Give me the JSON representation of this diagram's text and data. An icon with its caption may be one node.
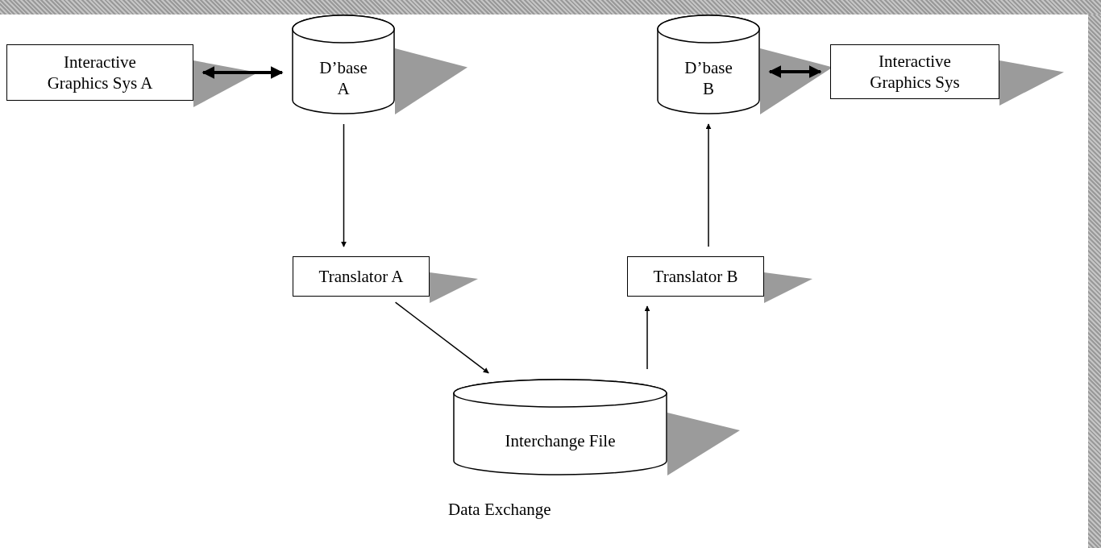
{
  "diagram": {
    "nodes": [
      {
        "text": [
          "Interactive Graphics Sys A"
        ]
      },
      {
        "text": [
          "D’base A"
        ]
      },
      {
        "text": [
          "D’base B"
        ]
      },
      {
        "text": [
          "Interactive Graphics Sys"
        ]
      },
      {
        "text": [
          "Translator A"
        ]
      },
      {
        "text": [
          "Translator B"
        ]
      },
      {
        "text": [
          "Interchange File"
        ]
      }
    ],
    "edges": [
      {
        "from": 0,
        "to": 1,
        "arrow": "both",
        "style": "thick"
      },
      {
        "from": 1,
        "to": 4,
        "arrow": "to"
      },
      {
        "from": 4,
        "to": 6,
        "arrow": "to"
      },
      {
        "from": 6,
        "to": 5,
        "arrow": "to"
      },
      {
        "from": 5,
        "to": 2,
        "arrow": "to"
      },
      {
        "from": 2,
        "to": 3,
        "arrow": "both",
        "style": "thick"
      }
    ],
    "labels": [
      "Data Exchange"
    ]
  }
}
